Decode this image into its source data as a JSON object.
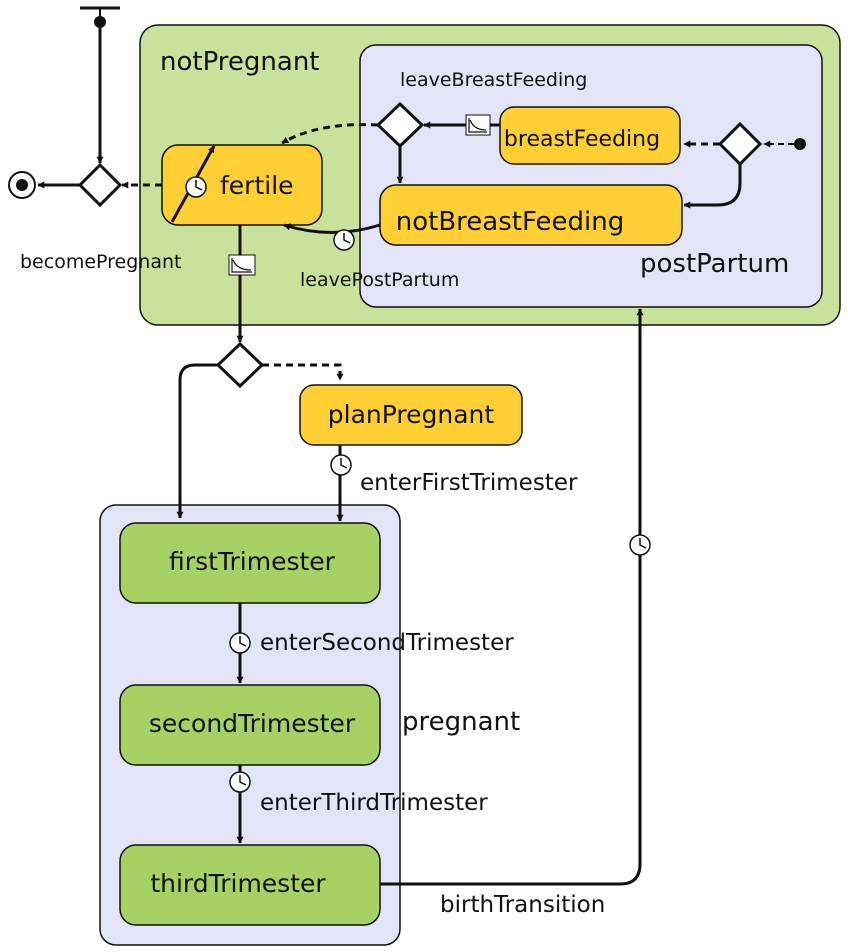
{
  "colors": {
    "outer_state_fill": "#c9e29b",
    "inner_state_fill": "#e3e4f8",
    "yellow_state_fill": "#ffcf33",
    "green_state_fill": "#a6d164",
    "stroke": "#111111"
  },
  "composites": {
    "not_pregnant": "notPregnant",
    "post_partum": "postPartum",
    "pregnant": "pregnant"
  },
  "states": {
    "fertile": "fertile",
    "breast_feeding": "breastFeeding",
    "not_breast_feeding": "notBreastFeeding",
    "plan_pregnant": "planPregnant",
    "first_trimester": "firstTrimester",
    "second_trimester": "secondTrimester",
    "third_trimester": "thirdTrimester"
  },
  "transitions": {
    "become_pregnant": "becomePregnant",
    "leave_breast_feeding": "leaveBreastFeeding",
    "leave_post_partum": "leavePostPartum",
    "enter_first_trimester": "enterFirstTrimester",
    "enter_second_trimester": "enterSecondTrimester",
    "enter_third_trimester": "enterThirdTrimester",
    "birth_transition": "birthTransition"
  },
  "icons": {
    "timeout": "clock-icon",
    "rate": "rate-curve-icon",
    "branch": "branch-diamond-icon",
    "initial": "initial-pseudostate-icon",
    "final": "final-state-icon"
  }
}
